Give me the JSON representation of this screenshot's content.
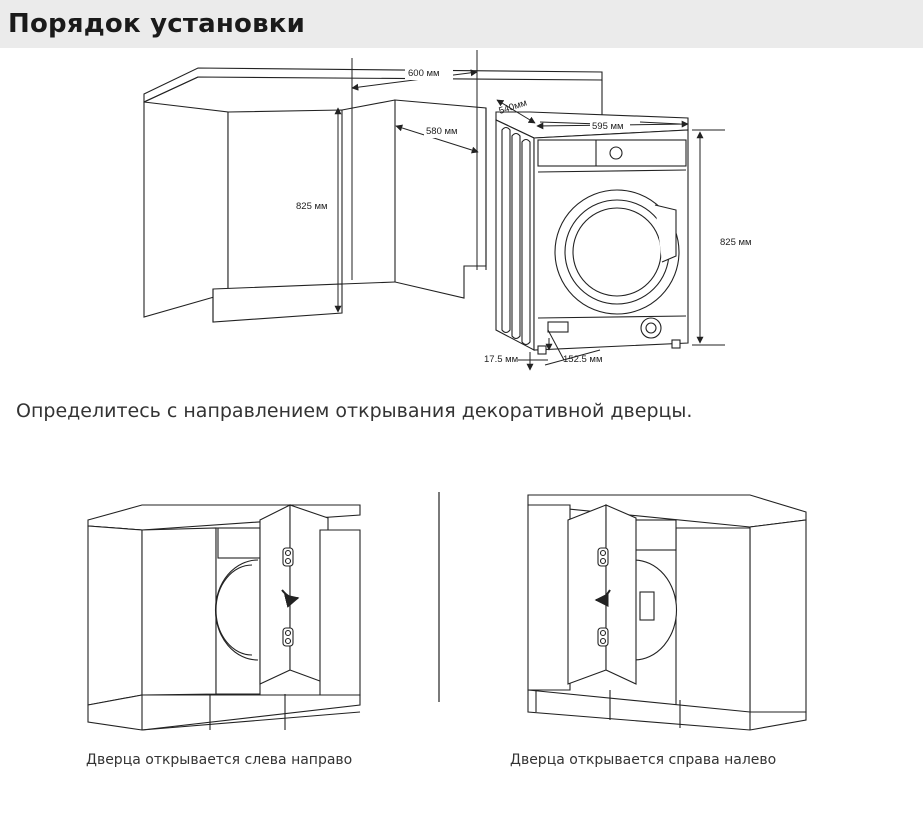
{
  "title": "Порядок установки",
  "dimensions": {
    "cabinet_width": "600 мм",
    "opening_depth": "580 мм",
    "cabinet_height": "825 мм",
    "machine_depth": "540мм",
    "machine_width": "595 мм",
    "machine_height": "825 мм",
    "feet_height": "17.5 мм",
    "feet_offset": "152.5 мм"
  },
  "instruction": "Определитесь с направлением открывания декоративной дверцы.",
  "captions": {
    "left": "Дверца открывается слева направо",
    "right": "Дверца открывается справа налево"
  },
  "icons": [
    "arrow-curve-right-icon",
    "arrow-curve-left-icon",
    "hinge-icon"
  ]
}
